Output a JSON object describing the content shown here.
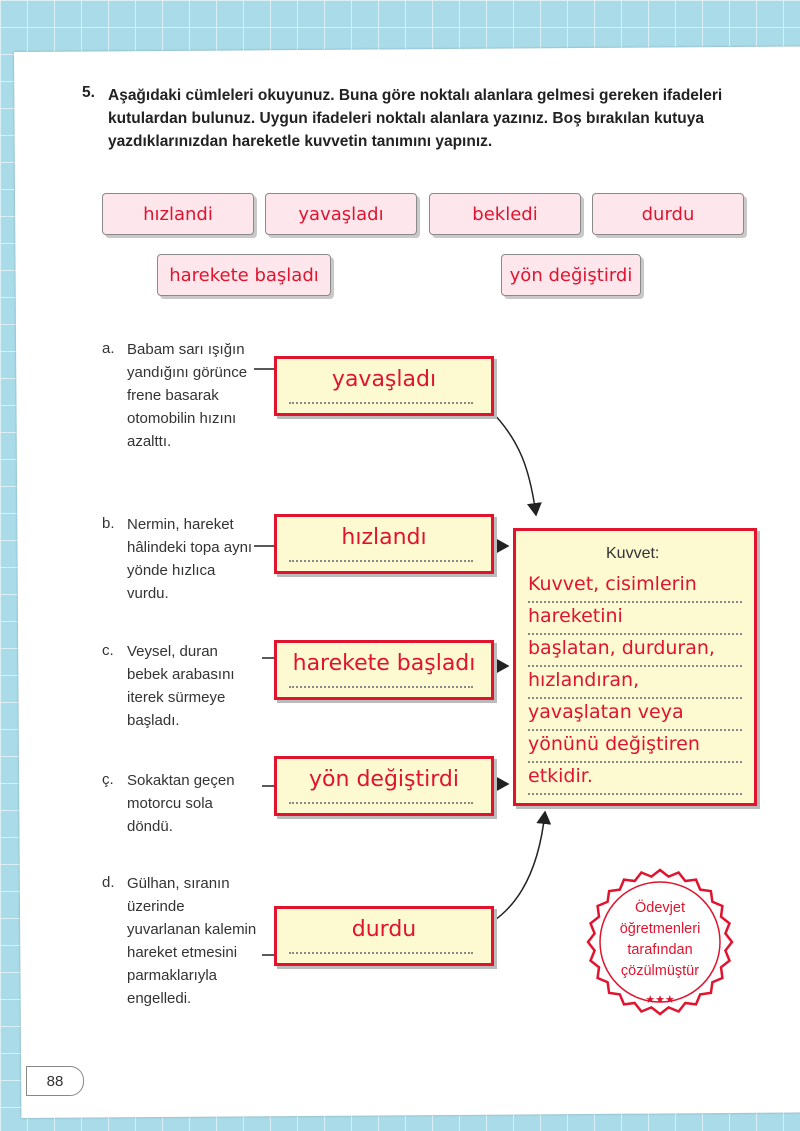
{
  "question": {
    "number": "5.",
    "text": "Aşağıdaki cümleleri okuyunuz. Buna göre noktalı alanlara gelmesi gereken ifadeleri kutulardan bulunuz. Uygun ifadeleri noktalı alanlara yazınız. Boş bırakılan kutuya yazdıklarınızdan hareketle kuvvetin tanımını yapınız."
  },
  "word_bank": [
    "hızlandi",
    "yavaşladı",
    "bekledi",
    "durdu",
    "harekete başladı",
    "yön değiştirdi"
  ],
  "items": [
    {
      "letter": "a.",
      "sentence": "Babam sarı ışığın yandığını görünce frene basarak otomobilin hızını azalttı.",
      "answer": "yavaşladı"
    },
    {
      "letter": "b.",
      "sentence": "Nermin, hareket hâlindeki topa aynı yönde hızlıca vurdu.",
      "answer": "hızlandı"
    },
    {
      "letter": "c.",
      "sentence": "Veysel, duran bebek arabasını iterek sürmeye başladı.",
      "answer": "harekete başladı"
    },
    {
      "letter": "ç.",
      "sentence": "Sokaktan geçen motorcu sola döndü.",
      "answer": "yön değiştirdi"
    },
    {
      "letter": "d.",
      "sentence": "Gülhan, sıranın üzerinde yuvarlanan kalemin hareket etmesini parmaklarıyla engelledi.",
      "answer": "durdu"
    }
  ],
  "definition": {
    "title": "Kuvvet:",
    "lines": [
      "Kuvvet, cisimlerin",
      "hareketini",
      "başlatan, durduran,",
      "hızlandıran,",
      "yavaşlatan veya",
      "yönünü değiştiren",
      "etkidir."
    ]
  },
  "page_number": "88",
  "stamp": {
    "lines": [
      "Ödevjet",
      "öğretmenleri",
      "tarafından",
      "çözülmüştür"
    ],
    "stars": "★★★"
  },
  "colors": {
    "accent": "#e0142e",
    "chip_bg": "#fde7ec",
    "answer_bg": "#fdf9d0",
    "background": "#a9dbe8"
  }
}
